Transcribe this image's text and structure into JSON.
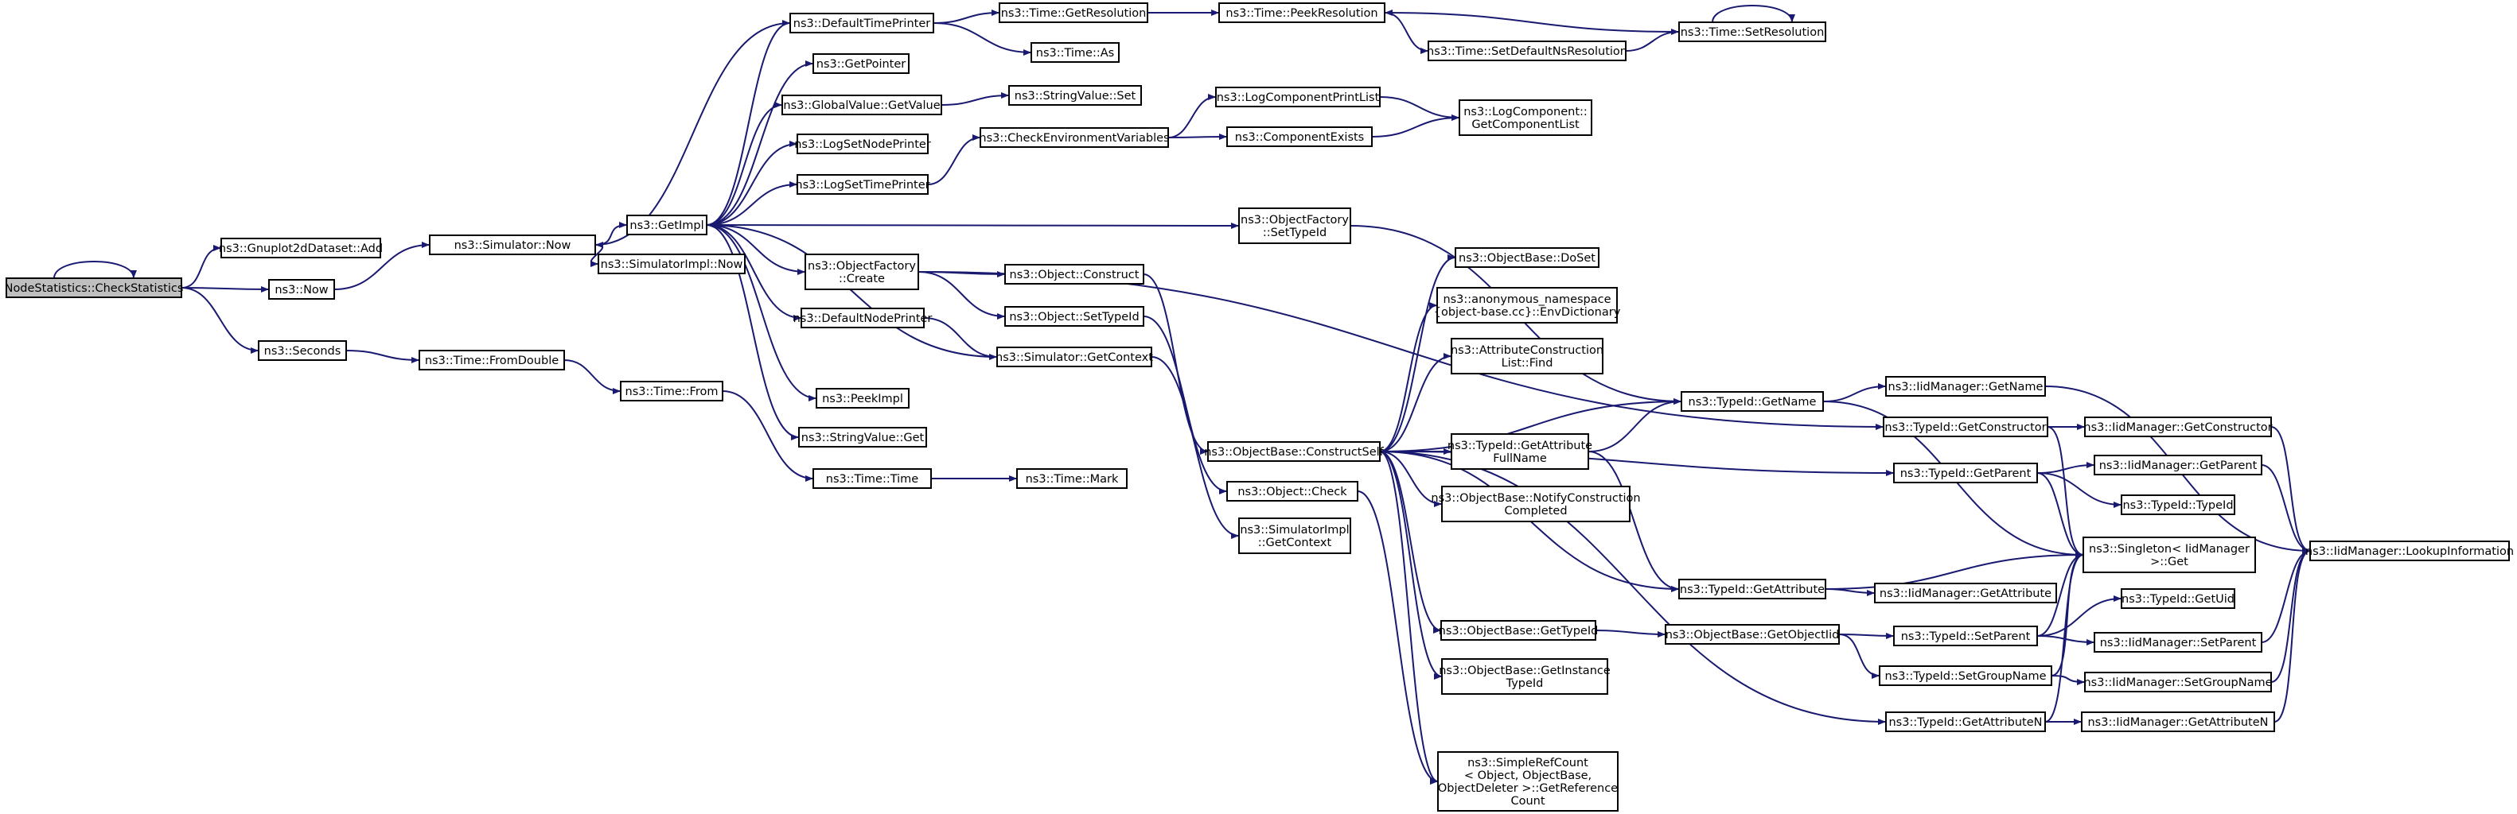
{
  "graph": {
    "type": "call-graph",
    "edge_color": "#191970",
    "root_fill": "#bfbfbf",
    "nodes": [
      {
        "id": "root",
        "lines": [
          "NodeStatistics::CheckStatistics"
        ],
        "root": true
      },
      {
        "id": "gp",
        "lines": [
          "ns3::Gnuplot2dDataset::Add"
        ]
      },
      {
        "id": "now",
        "lines": [
          "ns3::Now"
        ]
      },
      {
        "id": "sec",
        "lines": [
          "ns3::Seconds"
        ]
      },
      {
        "id": "simnow",
        "lines": [
          "ns3::Simulator::Now"
        ]
      },
      {
        "id": "fromdouble",
        "lines": [
          "ns3::Time::FromDouble"
        ]
      },
      {
        "id": "getimpl",
        "lines": [
          "ns3::GetImpl"
        ]
      },
      {
        "id": "simimplnow",
        "lines": [
          "ns3::SimulatorImpl::Now"
        ]
      },
      {
        "id": "timefrom",
        "lines": [
          "ns3::Time::From"
        ]
      },
      {
        "id": "dtp",
        "lines": [
          "ns3::DefaultTimePrinter"
        ]
      },
      {
        "id": "getptr",
        "lines": [
          "ns3::GetPointer"
        ]
      },
      {
        "id": "gvget",
        "lines": [
          "ns3::GlobalValue::GetValue"
        ]
      },
      {
        "id": "logsetnode",
        "lines": [
          "ns3::LogSetNodePrinter"
        ]
      },
      {
        "id": "logsettime",
        "lines": [
          "ns3::LogSetTimePrinter"
        ]
      },
      {
        "id": "ofcreate",
        "lines": [
          "ns3::ObjectFactory",
          "::Create"
        ]
      },
      {
        "id": "dnp",
        "lines": [
          "ns3::DefaultNodePrinter"
        ]
      },
      {
        "id": "peekimpl",
        "lines": [
          "ns3::PeekImpl"
        ]
      },
      {
        "id": "svget",
        "lines": [
          "ns3::StringValue::Get"
        ]
      },
      {
        "id": "timetime",
        "lines": [
          "ns3::Time::Time"
        ]
      },
      {
        "id": "getres",
        "lines": [
          "ns3::Time::GetResolution"
        ]
      },
      {
        "id": "timeas",
        "lines": [
          "ns3::Time::As"
        ]
      },
      {
        "id": "svset",
        "lines": [
          "ns3::StringValue::Set"
        ]
      },
      {
        "id": "cev",
        "lines": [
          "ns3::CheckEnvironmentVariables"
        ]
      },
      {
        "id": "objconstruct",
        "lines": [
          "ns3::Object::Construct"
        ]
      },
      {
        "id": "objsettypeid",
        "lines": [
          "ns3::Object::SetTypeId"
        ]
      },
      {
        "id": "simgetctx",
        "lines": [
          "ns3::Simulator::GetContext"
        ]
      },
      {
        "id": "timemark",
        "lines": [
          "ns3::Time::Mark"
        ]
      },
      {
        "id": "peekres",
        "lines": [
          "ns3::Time::PeekResolution"
        ]
      },
      {
        "id": "lcpl",
        "lines": [
          "ns3::LogComponentPrintList"
        ]
      },
      {
        "id": "compexists",
        "lines": [
          "ns3::ComponentExists"
        ]
      },
      {
        "id": "ofsettypeid",
        "lines": [
          "ns3::ObjectFactory",
          "::SetTypeId"
        ]
      },
      {
        "id": "obconstructself",
        "lines": [
          "ns3::ObjectBase::ConstructSelf"
        ]
      },
      {
        "id": "objcheck",
        "lines": [
          "ns3::Object::Check"
        ]
      },
      {
        "id": "simimplgetctx",
        "lines": [
          "ns3::SimulatorImpl",
          "::GetContext"
        ]
      },
      {
        "id": "setdefres",
        "lines": [
          "ns3::Time::SetDefaultNsResolution"
        ]
      },
      {
        "id": "lcgetlist",
        "lines": [
          "ns3::LogComponent::",
          "GetComponentList"
        ]
      },
      {
        "id": "obdoset",
        "lines": [
          "ns3::ObjectBase::DoSet"
        ]
      },
      {
        "id": "envdict",
        "lines": [
          "ns3::anonymous_namespace",
          "{object-base.cc}::EnvDictionary"
        ]
      },
      {
        "id": "acfind",
        "lines": [
          "ns3::AttributeConstruction",
          "List::Find"
        ]
      },
      {
        "id": "getattrfull",
        "lines": [
          "ns3::TypeId::GetAttribute",
          "FullName"
        ]
      },
      {
        "id": "notifycc",
        "lines": [
          "ns3::ObjectBase::NotifyConstruction",
          "Completed"
        ]
      },
      {
        "id": "obgettypeid",
        "lines": [
          "ns3::ObjectBase::GetTypeId"
        ]
      },
      {
        "id": "obgetinst",
        "lines": [
          "ns3::ObjectBase::GetInstance",
          "TypeId"
        ]
      },
      {
        "id": "simplerc",
        "lines": [
          "ns3::SimpleRefCount",
          "< Object, ObjectBase,",
          "ObjectDeleter >::GetReference",
          "Count"
        ]
      },
      {
        "id": "setres",
        "lines": [
          "ns3::Time::SetResolution"
        ]
      },
      {
        "id": "tidgetname",
        "lines": [
          "ns3::TypeId::GetName"
        ]
      },
      {
        "id": "tidgetattr",
        "lines": [
          "ns3::TypeId::GetAttribute"
        ]
      },
      {
        "id": "obgetoid",
        "lines": [
          "ns3::ObjectBase::GetObjectIid"
        ]
      },
      {
        "id": "iidgetname",
        "lines": [
          "ns3::IidManager::GetName"
        ]
      },
      {
        "id": "tidgetctor",
        "lines": [
          "ns3::TypeId::GetConstructor"
        ]
      },
      {
        "id": "tidgetparent",
        "lines": [
          "ns3::TypeId::GetParent"
        ]
      },
      {
        "id": "singleton",
        "lines": [
          "ns3::Singleton< IidManager",
          ">::Get"
        ]
      },
      {
        "id": "iidgetattr",
        "lines": [
          "ns3::IidManager::GetAttribute"
        ]
      },
      {
        "id": "tidsetparent",
        "lines": [
          "ns3::TypeId::SetParent"
        ]
      },
      {
        "id": "tidsetgroup",
        "lines": [
          "ns3::TypeId::SetGroupName"
        ]
      },
      {
        "id": "tidgetattrn",
        "lines": [
          "ns3::TypeId::GetAttributeN"
        ]
      },
      {
        "id": "iidgetctor",
        "lines": [
          "ns3::IidManager::GetConstructor"
        ]
      },
      {
        "id": "iidgetparent",
        "lines": [
          "ns3::IidManager::GetParent"
        ]
      },
      {
        "id": "tidtypeid",
        "lines": [
          "ns3::TypeId::TypeId"
        ]
      },
      {
        "id": "tidgetuid",
        "lines": [
          "ns3::TypeId::GetUid"
        ]
      },
      {
        "id": "iidsetparent",
        "lines": [
          "ns3::IidManager::SetParent"
        ]
      },
      {
        "id": "iidsetgroup",
        "lines": [
          "ns3::IidManager::SetGroupName"
        ]
      },
      {
        "id": "iidgetattrn",
        "lines": [
          "ns3::IidManager::GetAttributeN"
        ]
      },
      {
        "id": "iidlookup",
        "lines": [
          "ns3::IidManager::LookupInformation"
        ]
      }
    ],
    "edges": [
      [
        "root",
        "root"
      ],
      [
        "root",
        "gp"
      ],
      [
        "root",
        "now"
      ],
      [
        "root",
        "sec"
      ],
      [
        "now",
        "simnow"
      ],
      [
        "sec",
        "fromdouble"
      ],
      [
        "fromdouble",
        "timefrom"
      ],
      [
        "timefrom",
        "timetime"
      ],
      [
        "timetime",
        "timemark"
      ],
      [
        "simnow",
        "getimpl"
      ],
      [
        "simnow",
        "simimplnow"
      ],
      [
        "getimpl",
        "dtp"
      ],
      [
        "getimpl",
        "getptr"
      ],
      [
        "getimpl",
        "gvget"
      ],
      [
        "getimpl",
        "logsetnode"
      ],
      [
        "getimpl",
        "logsettime"
      ],
      [
        "getimpl",
        "ofcreate"
      ],
      [
        "getimpl",
        "dnp"
      ],
      [
        "getimpl",
        "peekimpl"
      ],
      [
        "getimpl",
        "svget"
      ],
      [
        "getimpl",
        "ofsettypeid"
      ],
      [
        "dtp",
        "simnow"
      ],
      [
        "dtp",
        "getres"
      ],
      [
        "dtp",
        "timeas"
      ],
      [
        "getres",
        "peekres"
      ],
      [
        "peekres",
        "setdefres"
      ],
      [
        "setdefres",
        "setres"
      ],
      [
        "setres",
        "peekres"
      ],
      [
        "setres",
        "setres"
      ],
      [
        "gvget",
        "svset"
      ],
      [
        "logsettime",
        "cev"
      ],
      [
        "cev",
        "lcpl"
      ],
      [
        "cev",
        "compexists"
      ],
      [
        "lcpl",
        "lcgetlist"
      ],
      [
        "compexists",
        "lcgetlist"
      ],
      [
        "ofcreate",
        "objconstruct"
      ],
      [
        "ofcreate",
        "objsettypeid"
      ],
      [
        "ofcreate",
        "tidgetctor"
      ],
      [
        "dnp",
        "simgetctx"
      ],
      [
        "simgetctx",
        "getimpl"
      ],
      [
        "simgetctx",
        "simimplgetctx"
      ],
      [
        "objconstruct",
        "obconstructself"
      ],
      [
        "objsettypeid",
        "objcheck"
      ],
      [
        "ofsettypeid",
        "tidgetname"
      ],
      [
        "obconstructself",
        "obdoset"
      ],
      [
        "obconstructself",
        "envdict"
      ],
      [
        "obconstructself",
        "acfind"
      ],
      [
        "obconstructself",
        "tidgetname"
      ],
      [
        "obconstructself",
        "getattrfull"
      ],
      [
        "obconstructself",
        "notifycc"
      ],
      [
        "obconstructself",
        "tidgetparent"
      ],
      [
        "obconstructself",
        "tidgetattr"
      ],
      [
        "obconstructself",
        "obgettypeid"
      ],
      [
        "obconstructself",
        "obgetinst"
      ],
      [
        "obconstructself",
        "tidgetattrn"
      ],
      [
        "obconstructself",
        "simplerc"
      ],
      [
        "objcheck",
        "simplerc"
      ],
      [
        "getattrfull",
        "tidgetname"
      ],
      [
        "getattrfull",
        "tidgetattr"
      ],
      [
        "tidgetname",
        "iidgetname"
      ],
      [
        "tidgetname",
        "singleton"
      ],
      [
        "tidgetctor",
        "iidgetctor"
      ],
      [
        "tidgetctor",
        "singleton"
      ],
      [
        "tidgetparent",
        "iidgetparent"
      ],
      [
        "tidgetparent",
        "singleton"
      ],
      [
        "tidgetparent",
        "tidtypeid"
      ],
      [
        "tidgetattr",
        "iidgetattr"
      ],
      [
        "tidgetattr",
        "singleton"
      ],
      [
        "obgettypeid",
        "obgetoid"
      ],
      [
        "obgetoid",
        "tidsetparent"
      ],
      [
        "obgetoid",
        "tidsetgroup"
      ],
      [
        "tidsetparent",
        "singleton"
      ],
      [
        "tidsetparent",
        "tidgetuid"
      ],
      [
        "tidsetparent",
        "iidsetparent"
      ],
      [
        "tidsetgroup",
        "singleton"
      ],
      [
        "tidsetgroup",
        "iidsetgroup"
      ],
      [
        "tidgetattrn",
        "singleton"
      ],
      [
        "tidgetattrn",
        "iidgetattrn"
      ],
      [
        "iidgetname",
        "iidlookup"
      ],
      [
        "iidgetctor",
        "iidlookup"
      ],
      [
        "iidgetparent",
        "iidlookup"
      ],
      [
        "iidsetparent",
        "iidlookup"
      ],
      [
        "iidsetgroup",
        "iidlookup"
      ],
      [
        "iidgetattrn",
        "iidlookup"
      ]
    ]
  }
}
